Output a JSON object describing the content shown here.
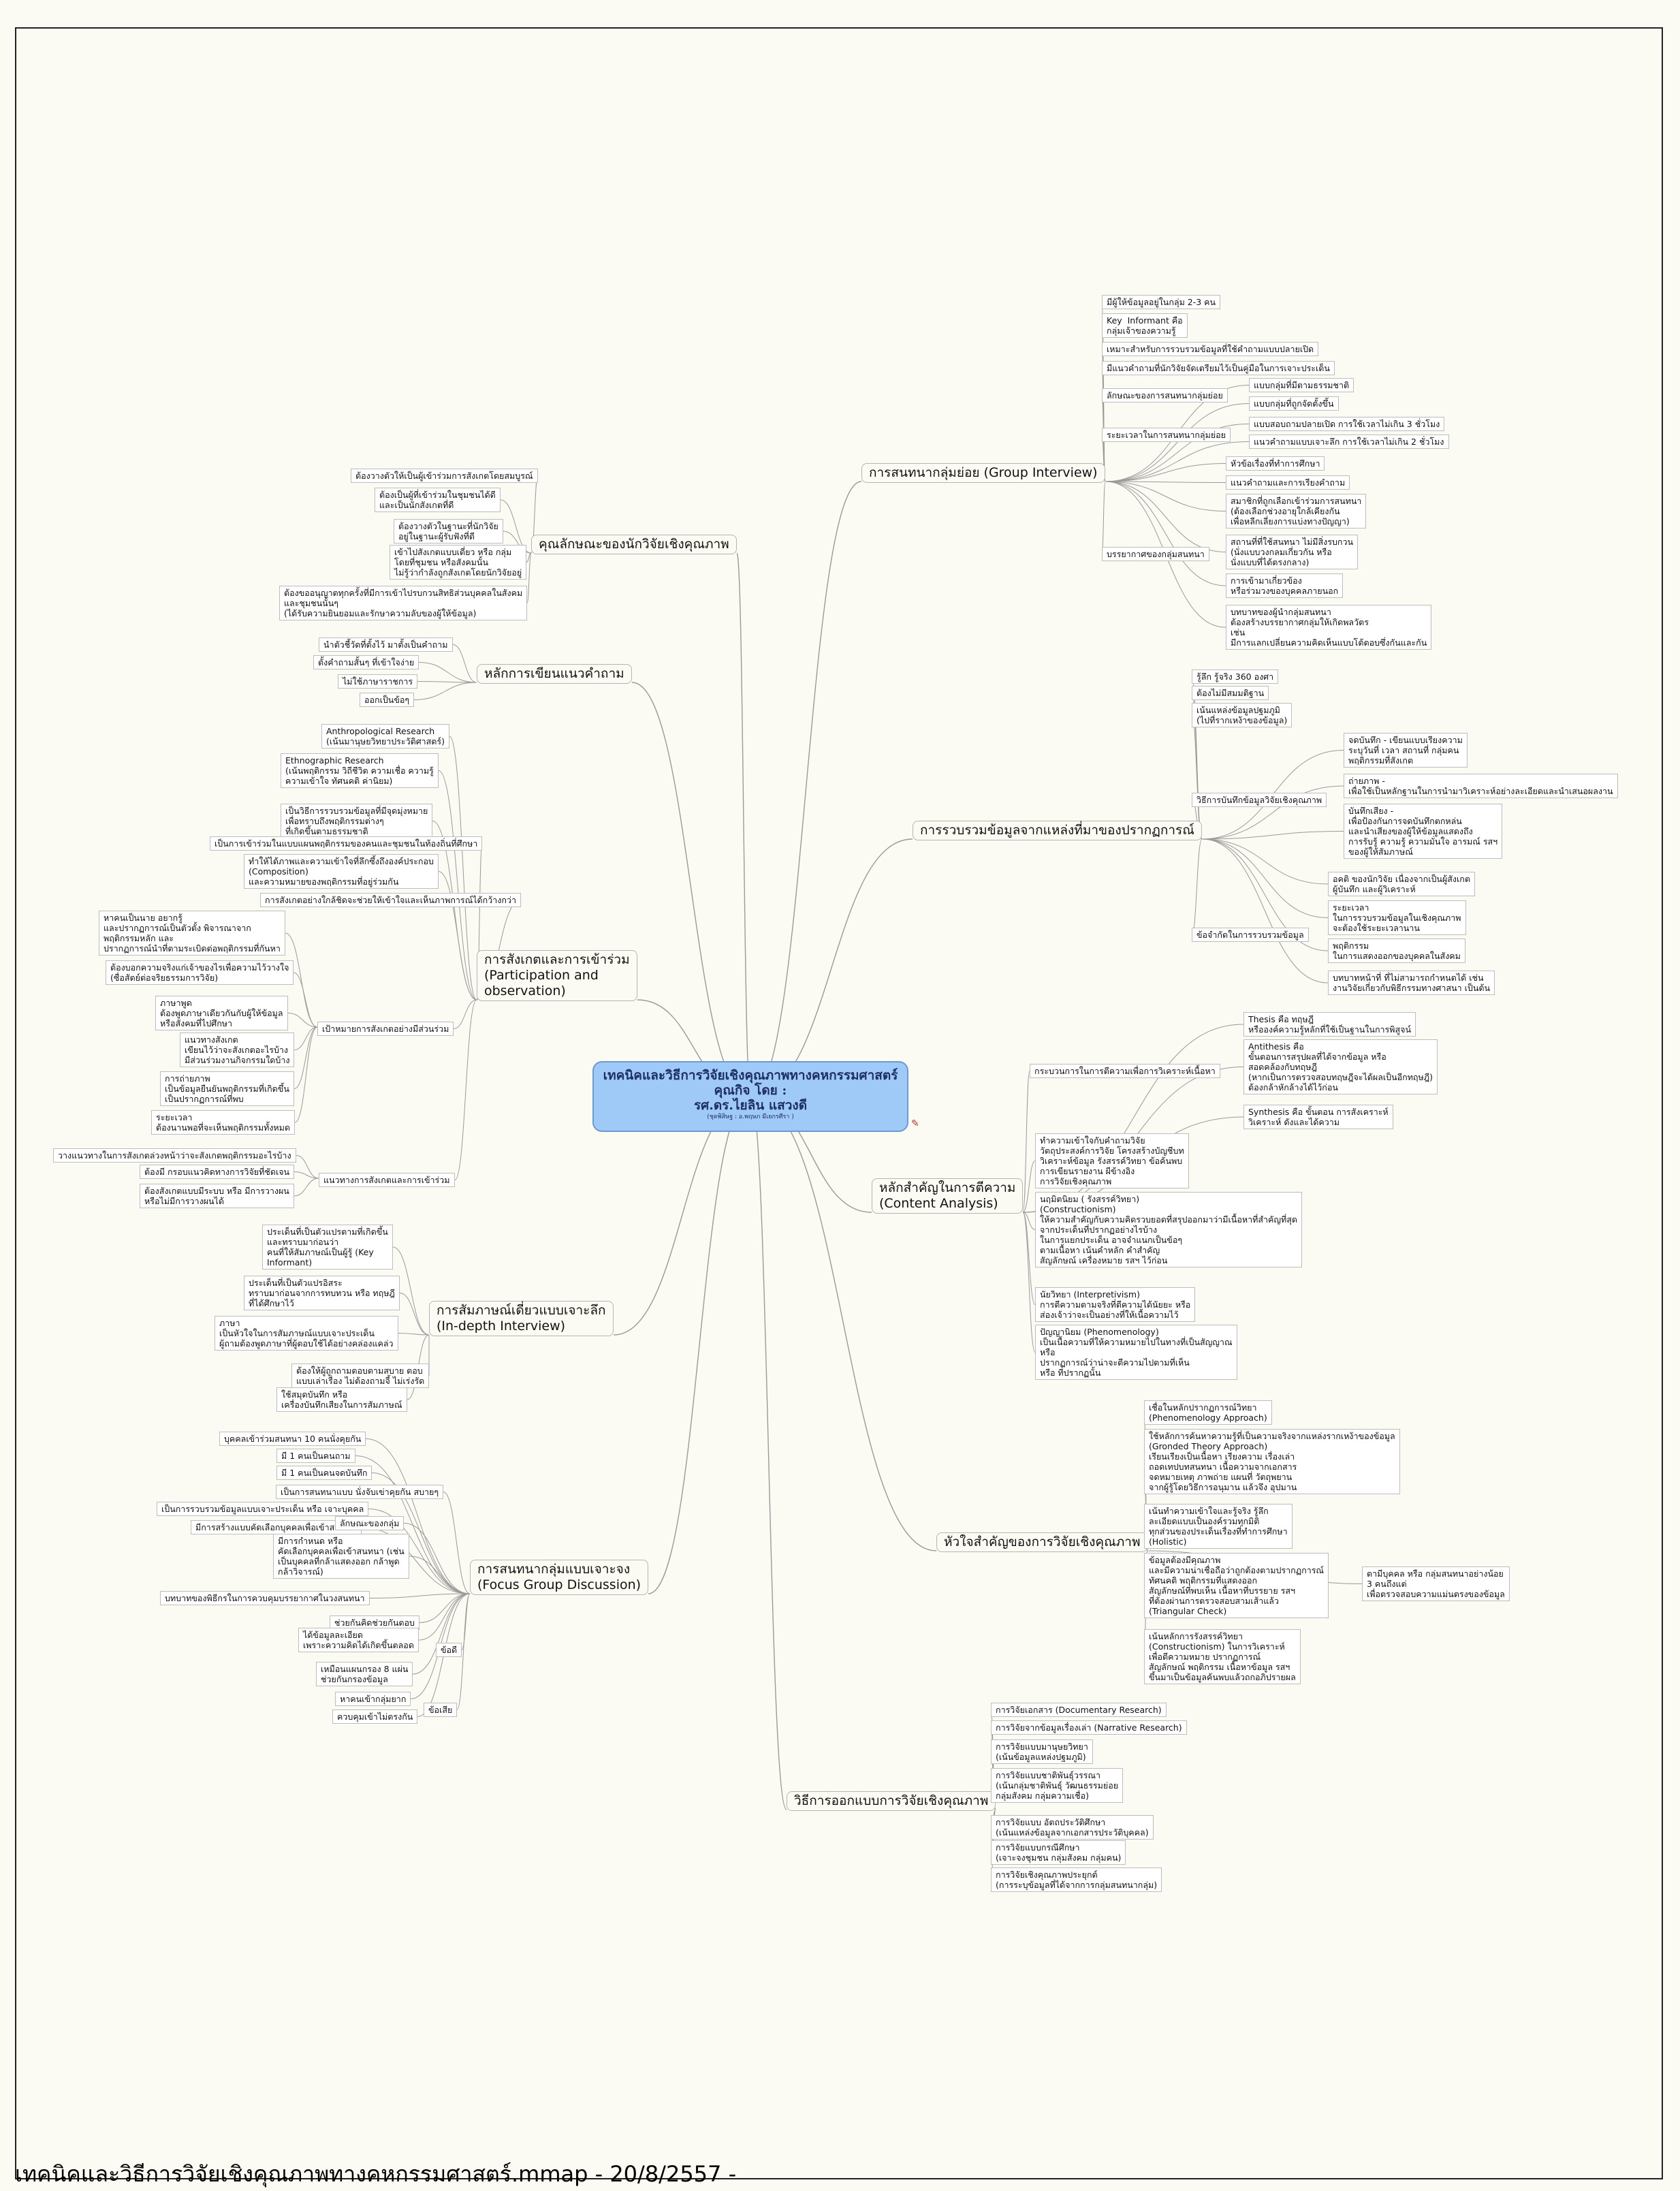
{
  "title": {
    "lines": [
      "เทคนิคและวิธีการวิจัยเชิงคุณภาพทางคหกรรมศาสตร์",
      "คุณกิจ โดย :",
      "รศ.ดร.ไยลิน แสวงดี"
    ],
    "subtitle": "(ชุดพิสิษฐ : อ.พฤษภ มีเยกรศีรา )"
  },
  "footer": "เทคนิคและวิธีการวิจัยเชิงคุณภาพทางคหกรรมศาสตร์.mmap - 20/8/2557 -",
  "branches": [
    {
      "text": "คุณลักษณะของนักวิจัยเชิงคุณภาพ",
      "leaves": [
        "ต้องวางตัวให้เป็นผู้เข้าร่วมการสังเกตโดยสมบูรณ์",
        "ต้องเป็นผู้ที่เข้าร่วมในชุมชนได้ดี\nและเป็นนักสังเกตที่ดี",
        "ต้องวางตัวในฐานะที่นักวิจัย\nอยู่ในฐานะผู้รับฟังที่ดี",
        "เข้าไปสังเกตแบบเดี่ยว หรือ กลุ่ม\nโดยที่ชุมชน หรือสังคมนั้น\nไม่รู้ว่ากำลังถูกสังเกตโดยนักวิจัยอยู่",
        "ต้องขออนุญาตทุกครั้งที่มีการเข้าไปรบกวนสิทธิส่วนบุคคลในสังคม\nและชุมชนนั้นๆ\n(ได้รับความยินยอมและรักษาความลับของผู้ให้ข้อมูล)"
      ]
    },
    {
      "text": "หลักการเขียนแนวคำถาม",
      "leaves": [
        "นำตัวชี้วัดที่ตั้งไว้ มาตั้งเป็นคำถาม",
        "ตั้งคำถามสั้นๆ ที่เข้าใจง่าย",
        "ไม่ใช้ภาษาราชการ",
        "ออกเป็นข้อๆ"
      ]
    },
    {
      "text": "การสังเกตและการเข้าร่วม\n(Participation and\nobservation)",
      "leaves": [
        "Anthropological Research\n(เน้นมานุษยวิทยาประวัติศาสตร์)",
        "Ethnographic Research\n(เน้นพฤติกรรม วิถีชีวิต ความเชื่อ ความรู้\nความเข้าใจ ทัศนคติ ค่านิยม)",
        "เป็นวิธีการรวบรวมข้อมูลที่มีจุดมุ่งหมาย\nเพื่อทราบถึงพฤติกรรมต่างๆ\nที่เกิดขึ้นตามธรรมชาติ",
        "เป็นการเข้าร่วมในแบบแผนพฤติกรรมของคนและชุมชนในท้องถิ่นที่ศึกษา",
        "ทำให้ได้ภาพและความเข้าใจที่ลึกซึ้งถึงองค์ประกอบ\n(Composition)\nและความหมายของพฤติกรรมที่อยู่ร่วมกัน",
        "การสังเกตอย่างใกล้ชิดจะช่วยให้เข้าใจและเห็นภาพการณ์ได้กว้างกว่า",
        "เป้าหมายการสังเกตอย่างมีส่วนร่วม",
        "แนวทางการสังเกตและการเข้าร่วม"
      ]
    },
    {
      "text": "การสัมภาษณ์เดี่ยวแบบเจาะลึก\n(In-depth Interview)",
      "leaves": [
        "ประเด็นที่เป็นตัวแปรตามที่เกิดขึ้น\nและทราบมาก่อนว่า\nคนที่ให้สัมภาษณ์เป็นผู้รู้ (Key\nInformant)",
        "ประเด็นที่เป็นตัวแปรอิสระ\nทราบมาก่อนจากการทบทวน หรือ ทฤษฎี\nที่ได้ศึกษาไว้",
        "ภาษา\nเป็นหัวใจในการสัมภาษณ์แบบเจาะประเด็น\nผู้ถามต้องพูดภาษาที่ผู้ตอบใช้ได้อย่างคล่องแคล่ว",
        "ต้องให้ผู้ถูกถามตอบตามสบาย ตอบ\nแบบเล่าเรื่อง ไม่ต้องถามจี้ ไม่เร่งรัด",
        "ใช้สมุดบันทึก หรือ\nเครื่องบันทึกเสียงในการสัมภาษณ์"
      ]
    },
    {
      "text": "การสนทนากลุ่มแบบเจาะจง\n(Focus Group Discussion)",
      "leaves": [
        "บุคคลเข้าร่วมสนทนา 10 คนนั่งคุยกัน",
        "มี 1 คนเป็นคนถาม",
        "มี 1 คนเป็นคนจดบันทึก",
        "เป็นการสนทนาแบบ นั่งจับเข่าคุยกัน สบายๆ",
        "เป็นการรวบรวมข้อมูลแบบเจาะประเด็น หรือ เจาะบุคคล",
        "มีการสร้างแบบคัดเลือกบุคคลเพื่อเข้าสนทนา",
        "มีการกำหนด หรือ\nคัดเลือกบุคคลเพื่อเข้าสนทนา (เช่น\nเป็นบุคคลที่กล้าแสดงออก กล้าพูด\nกล้าวิจารณ์)",
        "บทบาทของพิธีกรในการควบคุมบรรยากาศในวงสนทนา",
        "ลักษณะของกลุ่ม",
        "ช่วยกันคิดช่วยกันตอบ",
        "ได้ข้อมูลละเอียด\nเพราะความคิดได้เกิดขึ้นตลอด",
        "เหมือนแผนกรอง 8 แผ่น\nช่วยกันกรองข้อมูล",
        "ข้อดี",
        "หาคนเข้ากลุ่มยาก",
        "ควบคุมเข้าไม่ตรงกัน",
        "ข้อเสีย"
      ]
    },
    {
      "text": "การสนทนากลุ่มย่อย (Group Interview)",
      "leaves": [
        "มีผู้ให้ข้อมูลอยู่ในกลุ่ม 2-3 คน",
        "Key  Informant คือ\nกลุ่มเจ้าของความรู้",
        "เหมาะสำหรับการรวบรวมข้อมูลที่ใช้คำถามแบบปลายเปิด",
        "มีแนวคำถามที่นักวิจัยจัดเตรียมไว้เป็นคู่มือในการเจาะประเด็น",
        "ลักษณะของการสนทนากลุ่มย่อย",
        "แบบกลุ่มที่มีตามธรรมชาติ",
        "แบบกลุ่มที่ถูกจัดตั้งขึ้น",
        "ระยะเวลาในการสนทนากลุ่มย่อย",
        "แบบสอบถามปลายเปิด การใช้เวลาไม่เกิน 3 ชั่วโมง",
        "แนวคำถามแบบเจาะลึก การใช้เวลาไม่เกิน 2 ชั่วโมง",
        "บรรยากาศของกลุ่มสนทนา",
        "หัวข้อเรื่องที่ทำการศึกษา",
        "แนวคำถามและการเรียงคำถาม",
        "สมาชิกที่ถูกเลือกเข้าร่วมการสนทนา\n(ต้องเลือกช่วงอายุใกล้เคียงกัน\nเพื่อหลีกเลี่ยงการแบ่งทางปัญญา)",
        "สถานที่ที่ใช้สนทนา ไม่มีสิ่งรบกวน\n(นั่งแบบวงกลมเกี่ยวกัน หรือ\nนั่งแบบที่ได้ตรงกลาง)",
        "การเข้ามาเกี่ยวข้อง\nหรือร่วมวงของบุคคลภายนอก",
        "บทบาทของผู้นำกลุ่มสนทนา\nต้องสร้างบรรยากาศกลุ่มให้เกิดพลวัตร\nเช่น\nมีการแลกเปลี่ยนความคิดเห็นแบบโต้ตอบซึ่งกันและกัน"
      ]
    },
    {
      "text": "การรวบรวมข้อมูลจากแหล่งที่มาของปรากฏการณ์",
      "leaves": [
        "รู้ลึก รู้จริง 360 องศา",
        "ต้องไม่มีสมมติฐาน",
        "เน้นแหล่งข้อมูลปฐมภูมิ\n(ไปที่รากเหง้าของข้อมูล)",
        "วิธีการบันทึกข้อมูลวิจัยเชิงคุณภาพ",
        "จดบันทึก - เขียนแบบเรียงความ\nระบุวันที่ เวลา สถานที่ กลุ่มคน\nพฤติกรรมที่สังเกต",
        "ถ่ายภาพ -\nเพื่อใช้เป็นหลักฐานในการนำมาวิเคราะห์อย่างละเอียดและนำเสนอผลงาน",
        "บันทึกเสียง -\nเพื่อป้องกันการจดบันทึกตกหล่น\nและนำเสียงของผู้ให้ข้อมูลแสดงถึง\nการรับรู้ ความรู้ ความมั่นใจ อารมณ์ รสฯ\nของผู้ให้สัมภาษณ์",
        "ข้อจำกัดในการรวบรวมข้อมูล",
        "อคติ ของนักวิจัย เนื่องจากเป็นผู้สังเกต\nผู้บันทึก และผู้วิเคราะห์",
        "ระยะเวลา\nในการรวบรวมข้อมูลในเชิงคุณภาพ\nจะต้องใช้ระยะเวลานาน",
        "พฤติกรรม\nในการแสดงออกของบุคคลในสังคม",
        "บทบาทหน้าที่ ที่ไม่สามารถกำหนดได้ เช่น\nงานวิจัยเกี่ยวกับพิธีกรรมทางศาสนา เป็นต้น"
      ]
    },
    {
      "text": "หลักสำคัญในการตีความ\n(Content Analysis)",
      "leaves": [
        "กระบวนการในการตีความเพื่อการวิเคราะห์เนื้อหา",
        "Thesis คือ ทฤษฎี\nหรือองค์ความรู้หลักที่ใช้เป็นฐานในการพิสูจน์",
        "Antithesis คือ\nขั้นตอนการสรุปผลที่ได้จากข้อมูล หรือ\nสอดคล้องกับทฤษฎี\n(หากเป็นการตรวจสอบทฤษฎีจะได้ผลเป็นอีกทฤษฎี)\nต้องกล้าหักล้างได้ไว้ก่อน",
        "Synthesis คือ ขั้นตอน การสังเคราะห์\nวิเคราะห์ ดังและได้ความ",
        "ทำความเข้าใจกับคำถามวิจัย\nวัตถุประสงค์การวิจัย โครงสร้างบัญชีบท\nวิเคราะห์ข้อมูล รังสรรค์วิทยา ข้อค้นพบ\nการเขียนรายงาน ผีข้างอิง\nการวิจัยเชิงคุณภาพ",
        "นฤมิตนิยม ( รังสรรค์วิทยา)\n(Constructionism)\nให้ความสำคัญกับความคิดรวบยอดที่สรุปออกมาว่ามีเนื้อหาที่สำคัญที่สุด\nจากประเด็นที่ปรากฏอย่างไรบ้าง\nในการแยกประเด็น อาจจำแนกเป็นข้อๆ\nตามเนื้อหา เน้นคำหลัก คำสำคัญ\nสัญลักษณ์ เครื่องหมาย รสฯ ไว้ก่อน",
        "นัยวิทยา (Interpretivism)\nการตีความตามจริงที่ตีความได้นัยยะ หรือ\nส่องเจ้าว่าจะเป็นอย่างที่ให้เนื้อความไว้",
        "ปัญญานิยม (Phenomenology)\nเป็นเนื้อความที่ให้ความหมายไปในทางที่เป็นสัญญาณ\nหรือ\nปรากฏการณ์ว่าน่าจะตีความไปตามที่เห็น\nหรือ ที่ปรากฏนั้น"
      ]
    },
    {
      "text": "หัวใจสำคัญของการวิจัยเชิงคุณภาพ",
      "leaves": [
        "เชื่อในหลักปรากฏการณ์วิทยา\n(Phenomenology Approach)",
        "ใช้หลักการค้นหาความรู้ที่เป็นความจริงจากแหล่งรากเหง้าของข้อมูล\n(Gronded Theory Approach)\nเรียนเรียงเป็นเนื้อหา เรียงความ เรื่องเล่า\nถอดเทปบทสนทนา เนื้อความจากเอกสาร\nจดหมายเหตุ ภาพถ่าย แผนที่ วัตถุพยาน\nจากผู้รู้โดยวิธีการอนุมาน แล้วจึง อุปมาน",
        "เน้นทำความเข้าใจและรู้จริง รู้ลึก\nละเอียดแบบเป็นองค์รวมทุกมิติ\nทุกส่วนของประเด็นเรื่องที่ทำการศึกษา\n(Holistic)",
        "ข้อมูลต้องมีคุณภาพ\nและมีความน่าเชื่อถือว่าถูกต้องตามปรากฏการณ์\nทัศนคติ พฤติกรรมที่แสดงออก\nสัญลักษณ์ที่พบเห็น เนื้อหาที่บรรยาย รสฯ\nที่ต้องผ่านการตรวจสอบสามเส้าแล้ว\n(Triangular Check)",
        "ตามีบุคคล หรือ กลุ่มสนทนาอย่างน้อย\n3 คนถึงแต่\nเพื่อตรวจสอบความแม่นตรงของข้อมูล",
        "เน้นหลักการรังสรรค์วิทยา\n(Constructionism) ในการวิเคราะห์\nเพื่อตีความหมาย ปรากฏการณ์\nสัญลักษณ์ พฤติกรรม เนื้อหาข้อมูล รสฯ\nขึ้นมาเป็นข้อมูลค้นพบแล้วถกอภิปรายผล"
      ]
    },
    {
      "text": "วิธีการออกแบบการวิจัยเชิงคุณภาพ",
      "leaves": [
        "การวิจัยเอกสาร (Documentary Research)",
        "การวิจัยจากข้อมูลเรื่องเล่า (Narrative Research)",
        "การวิจัยแบบมานุษยวิทยา\n(เน้นข้อมูลแหล่งปฐมภูมิ)",
        "การวิจัยแบบชาติพันธุ์วรรณา\n(เน้นกลุ่มชาติพันธุ์ วัฒนธรรมย่อย\nกลุ่มสังคม กลุ่มความเชื่อ)",
        "การวิจัยแบบ อัตถประวัติศึกษา\n(เน้นแหล่งข้อมูลจากเอกสารประวัติบุคคล)",
        "การวิจัยแบบกรณีศึกษา\n(เจาะจงชุมชน กลุ่มสังคม กลุ่มคน)",
        "การวิจัยเชิงคุณภาพประยุกต์\n(การระบุข้อมูลที่ได้จากการกลุ่มสนทนากลุ่ม)"
      ]
    }
  ],
  "sub_leaves": {
    "participation_goal": [
      "หาคนเป็นนาย อยากรู้\nและปรากฏการณ์เป็นตัวตั้ง พิจารณาจาก\nพฤติกรรมหลัก และ\nปรากฏการณ์นำที่ตามระเบิดต่อพฤติกรรมที่กันหา",
      "ต้องบอกความจริงแก่เจ้าของไรเพื่อความไว้วางใจ\n(ซื่อสัตย์ต่อจริยธรรมการวิจัย)",
      "ภาษาพูด\nต้องพูดภาษาเดียวกันกับผู้ให้ข้อมูล\nหรือสังคมที่ไปศึกษา",
      "แนวทางสังเกต\nเขียนไว้ว่าจะสังเกตอะไรบ้าง\nมีส่วนร่วมงานกิจกรรมใดบ้าง",
      "การถ่ายภาพ\nเป็นข้อมูลยืนยันพฤติกรรมที่เกิดขึ้น\nเป็นปรากฏการณ์ที่พบ",
      "ระยะเวลา\nต้องนานพอที่จะเห็นพฤติกรรมทั้งหมด"
    ],
    "participation_guide": [
      "วางแนวทางในการสังเกตล่วงหน้าว่าจะสังเกตพฤติกรรมอะไรบ้าง",
      "ต้องมี กรอบแนวคิดทางการวิจัยที่ชัดเจน",
      "ต้องสังเกตแบบมีระบบ หรือ มีการวางผน\nหรือไม่มีการวางผนได้"
    ]
  }
}
